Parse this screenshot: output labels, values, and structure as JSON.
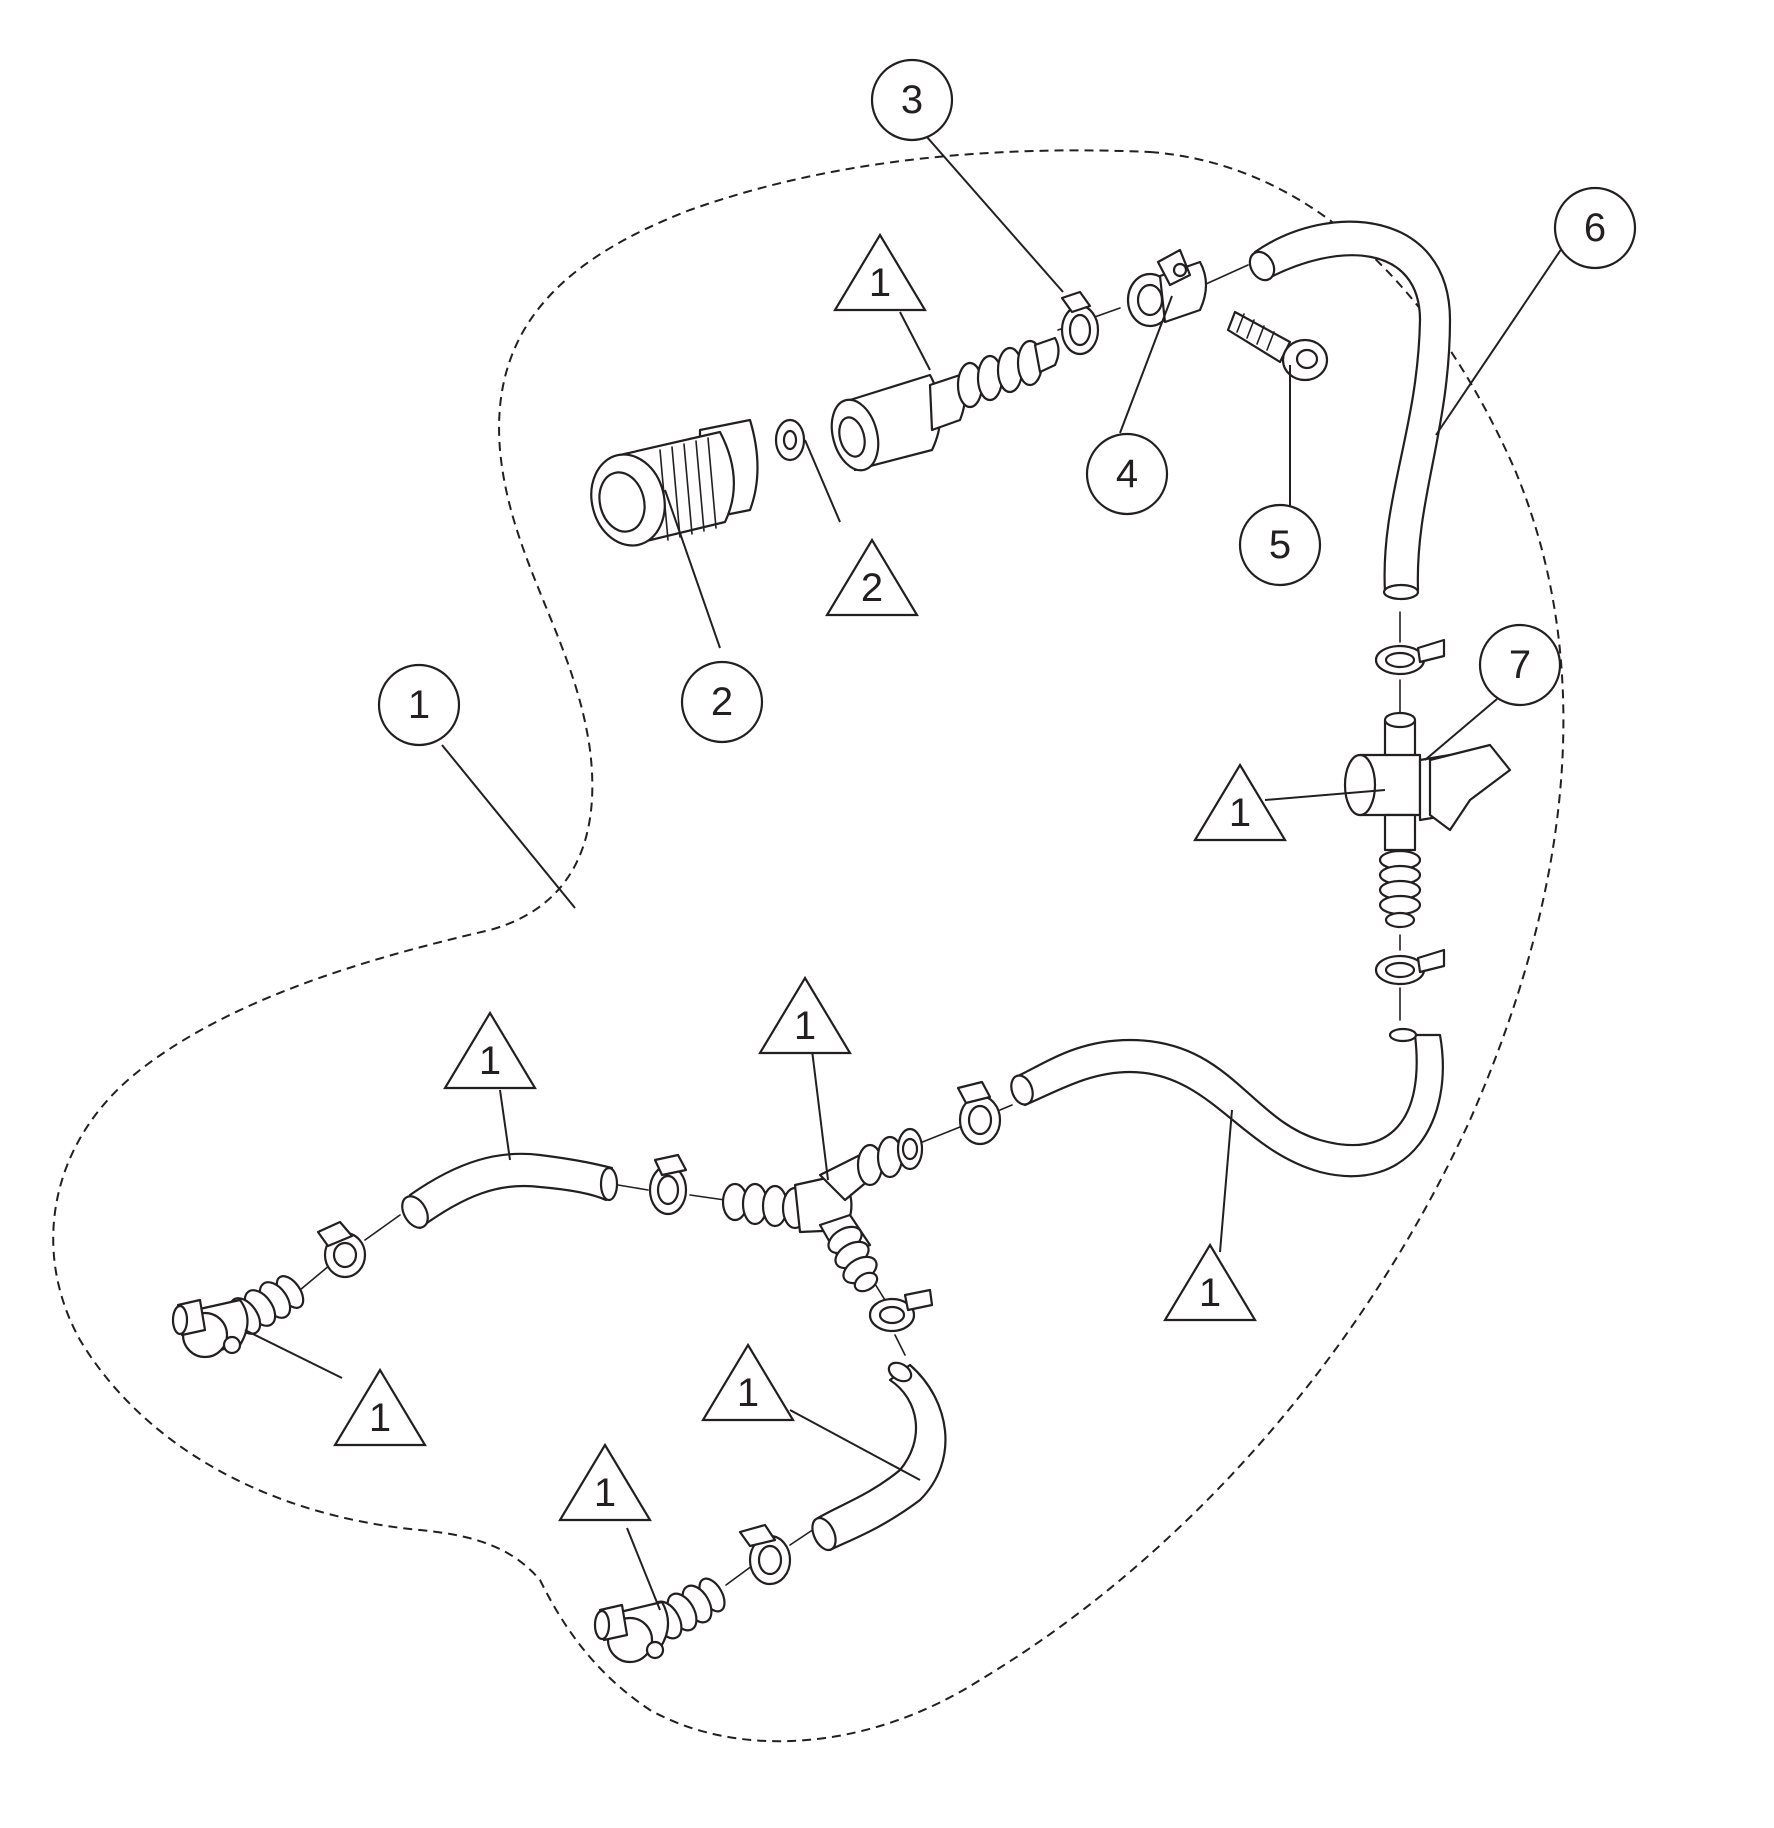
{
  "diagram": {
    "type": "exploded-parts-diagram",
    "line_color": "#231f20",
    "background_color": "#ffffff",
    "circle_callouts": [
      {
        "id": "c3",
        "label": "3"
      },
      {
        "id": "c6",
        "label": "6"
      },
      {
        "id": "c4",
        "label": "4"
      },
      {
        "id": "c5",
        "label": "5"
      },
      {
        "id": "c2",
        "label": "2"
      },
      {
        "id": "c7",
        "label": "7"
      },
      {
        "id": "c1",
        "label": "1"
      }
    ],
    "triangle_callouts": [
      {
        "id": "t-top",
        "label": "1"
      },
      {
        "id": "t-washer",
        "label": "2"
      },
      {
        "id": "t-tee",
        "label": "1"
      },
      {
        "id": "t-center",
        "label": "1"
      },
      {
        "id": "t-left-hose",
        "label": "1"
      },
      {
        "id": "t-right-hose",
        "label": "1"
      },
      {
        "id": "t-left-elbow",
        "label": "1"
      },
      {
        "id": "t-bottom-hose",
        "label": "1"
      },
      {
        "id": "t-bottom-elbow",
        "label": "1"
      }
    ]
  }
}
